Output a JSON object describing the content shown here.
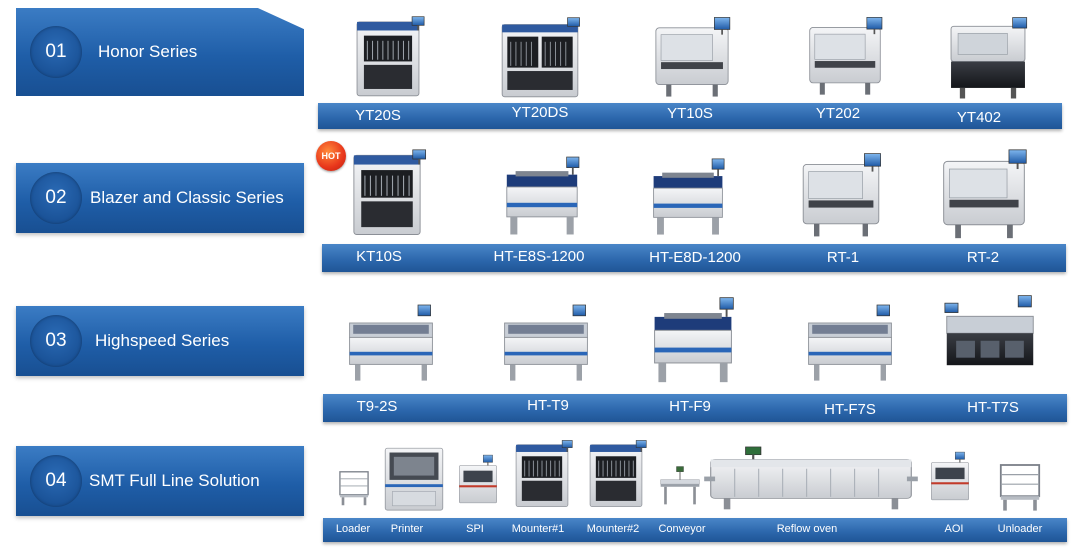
{
  "series": [
    {
      "number": "01",
      "name": "Honor Series"
    },
    {
      "number": "02",
      "name": "Blazer and Classic Series"
    },
    {
      "number": "03",
      "name": "Highspeed Series"
    },
    {
      "number": "04",
      "name": "SMT Full Line Solution"
    }
  ],
  "badge": "HOT",
  "rows": [
    {
      "models": [
        "YT20S",
        "YT20DS",
        "YT10S",
        "YT202",
        "YT402"
      ]
    },
    {
      "models": [
        "KT10S",
        "HT-E8S-1200",
        "HT-E8D-1200",
        "RT-1",
        "RT-2"
      ]
    },
    {
      "models": [
        "T9-2S",
        "HT-T9",
        "HT-F9",
        "HT-F7S",
        "HT-T7S"
      ]
    },
    {
      "models": [
        "Loader",
        "Printer",
        "SPI",
        "Mounter#1",
        "Mounter#2",
        "Conveyor",
        "Reflow oven",
        "AOI",
        "Unloader"
      ]
    }
  ]
}
